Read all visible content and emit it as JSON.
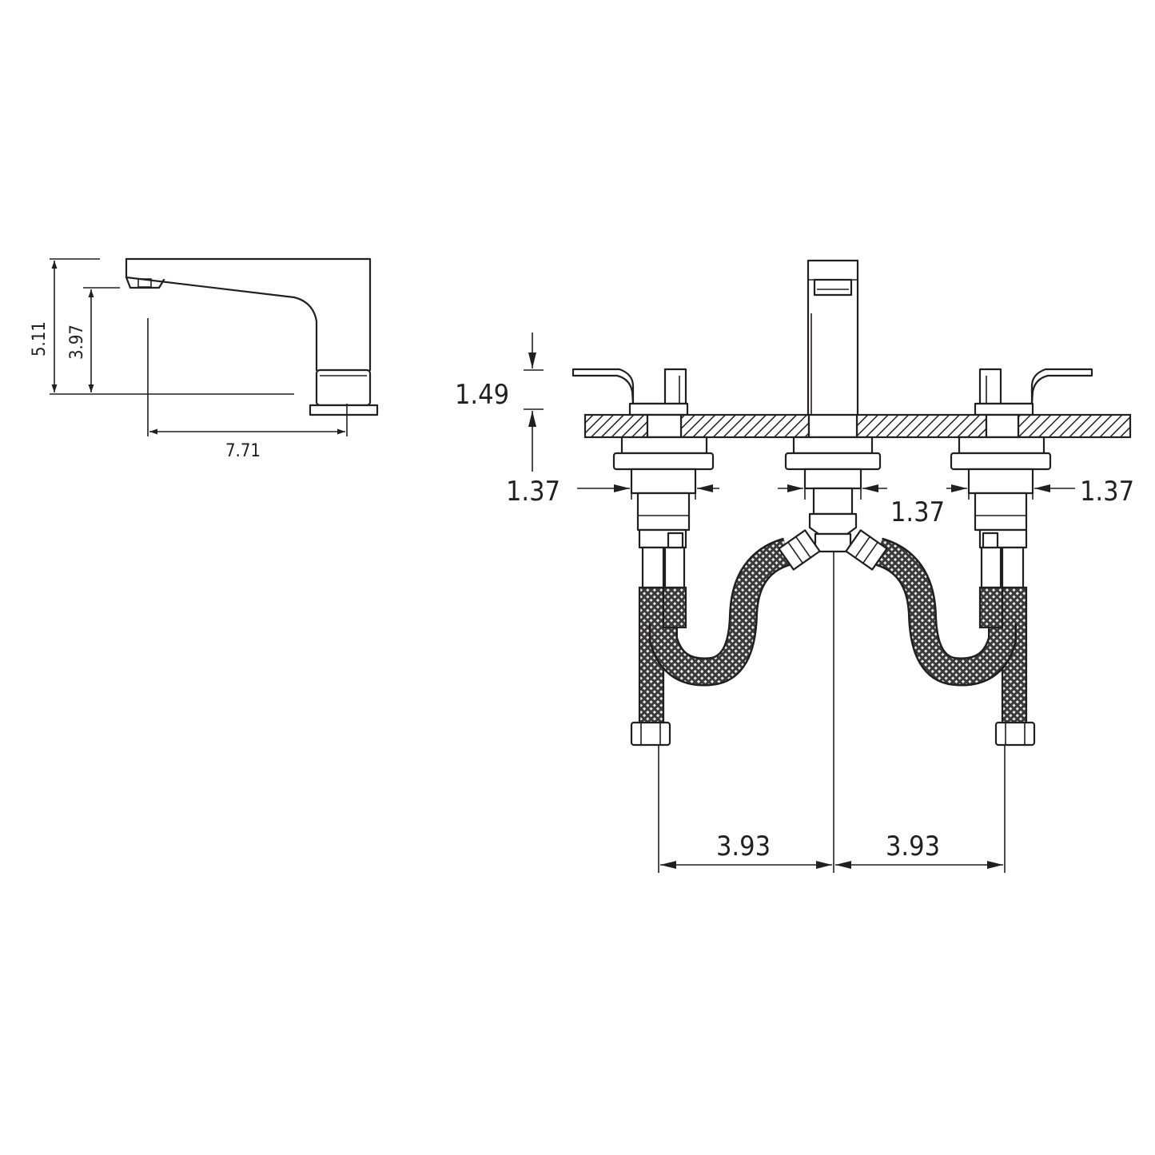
{
  "side_view": {
    "height_total": "5.11",
    "spout_height": "3.97",
    "spout_reach": "7.71"
  },
  "front_view": {
    "handle_height": "1.49",
    "left_shank_dia": "1.37",
    "center_shank_dia": "1.37",
    "right_shank_dia": "1.37",
    "left_spacing": "3.93",
    "right_spacing": "3.93"
  }
}
